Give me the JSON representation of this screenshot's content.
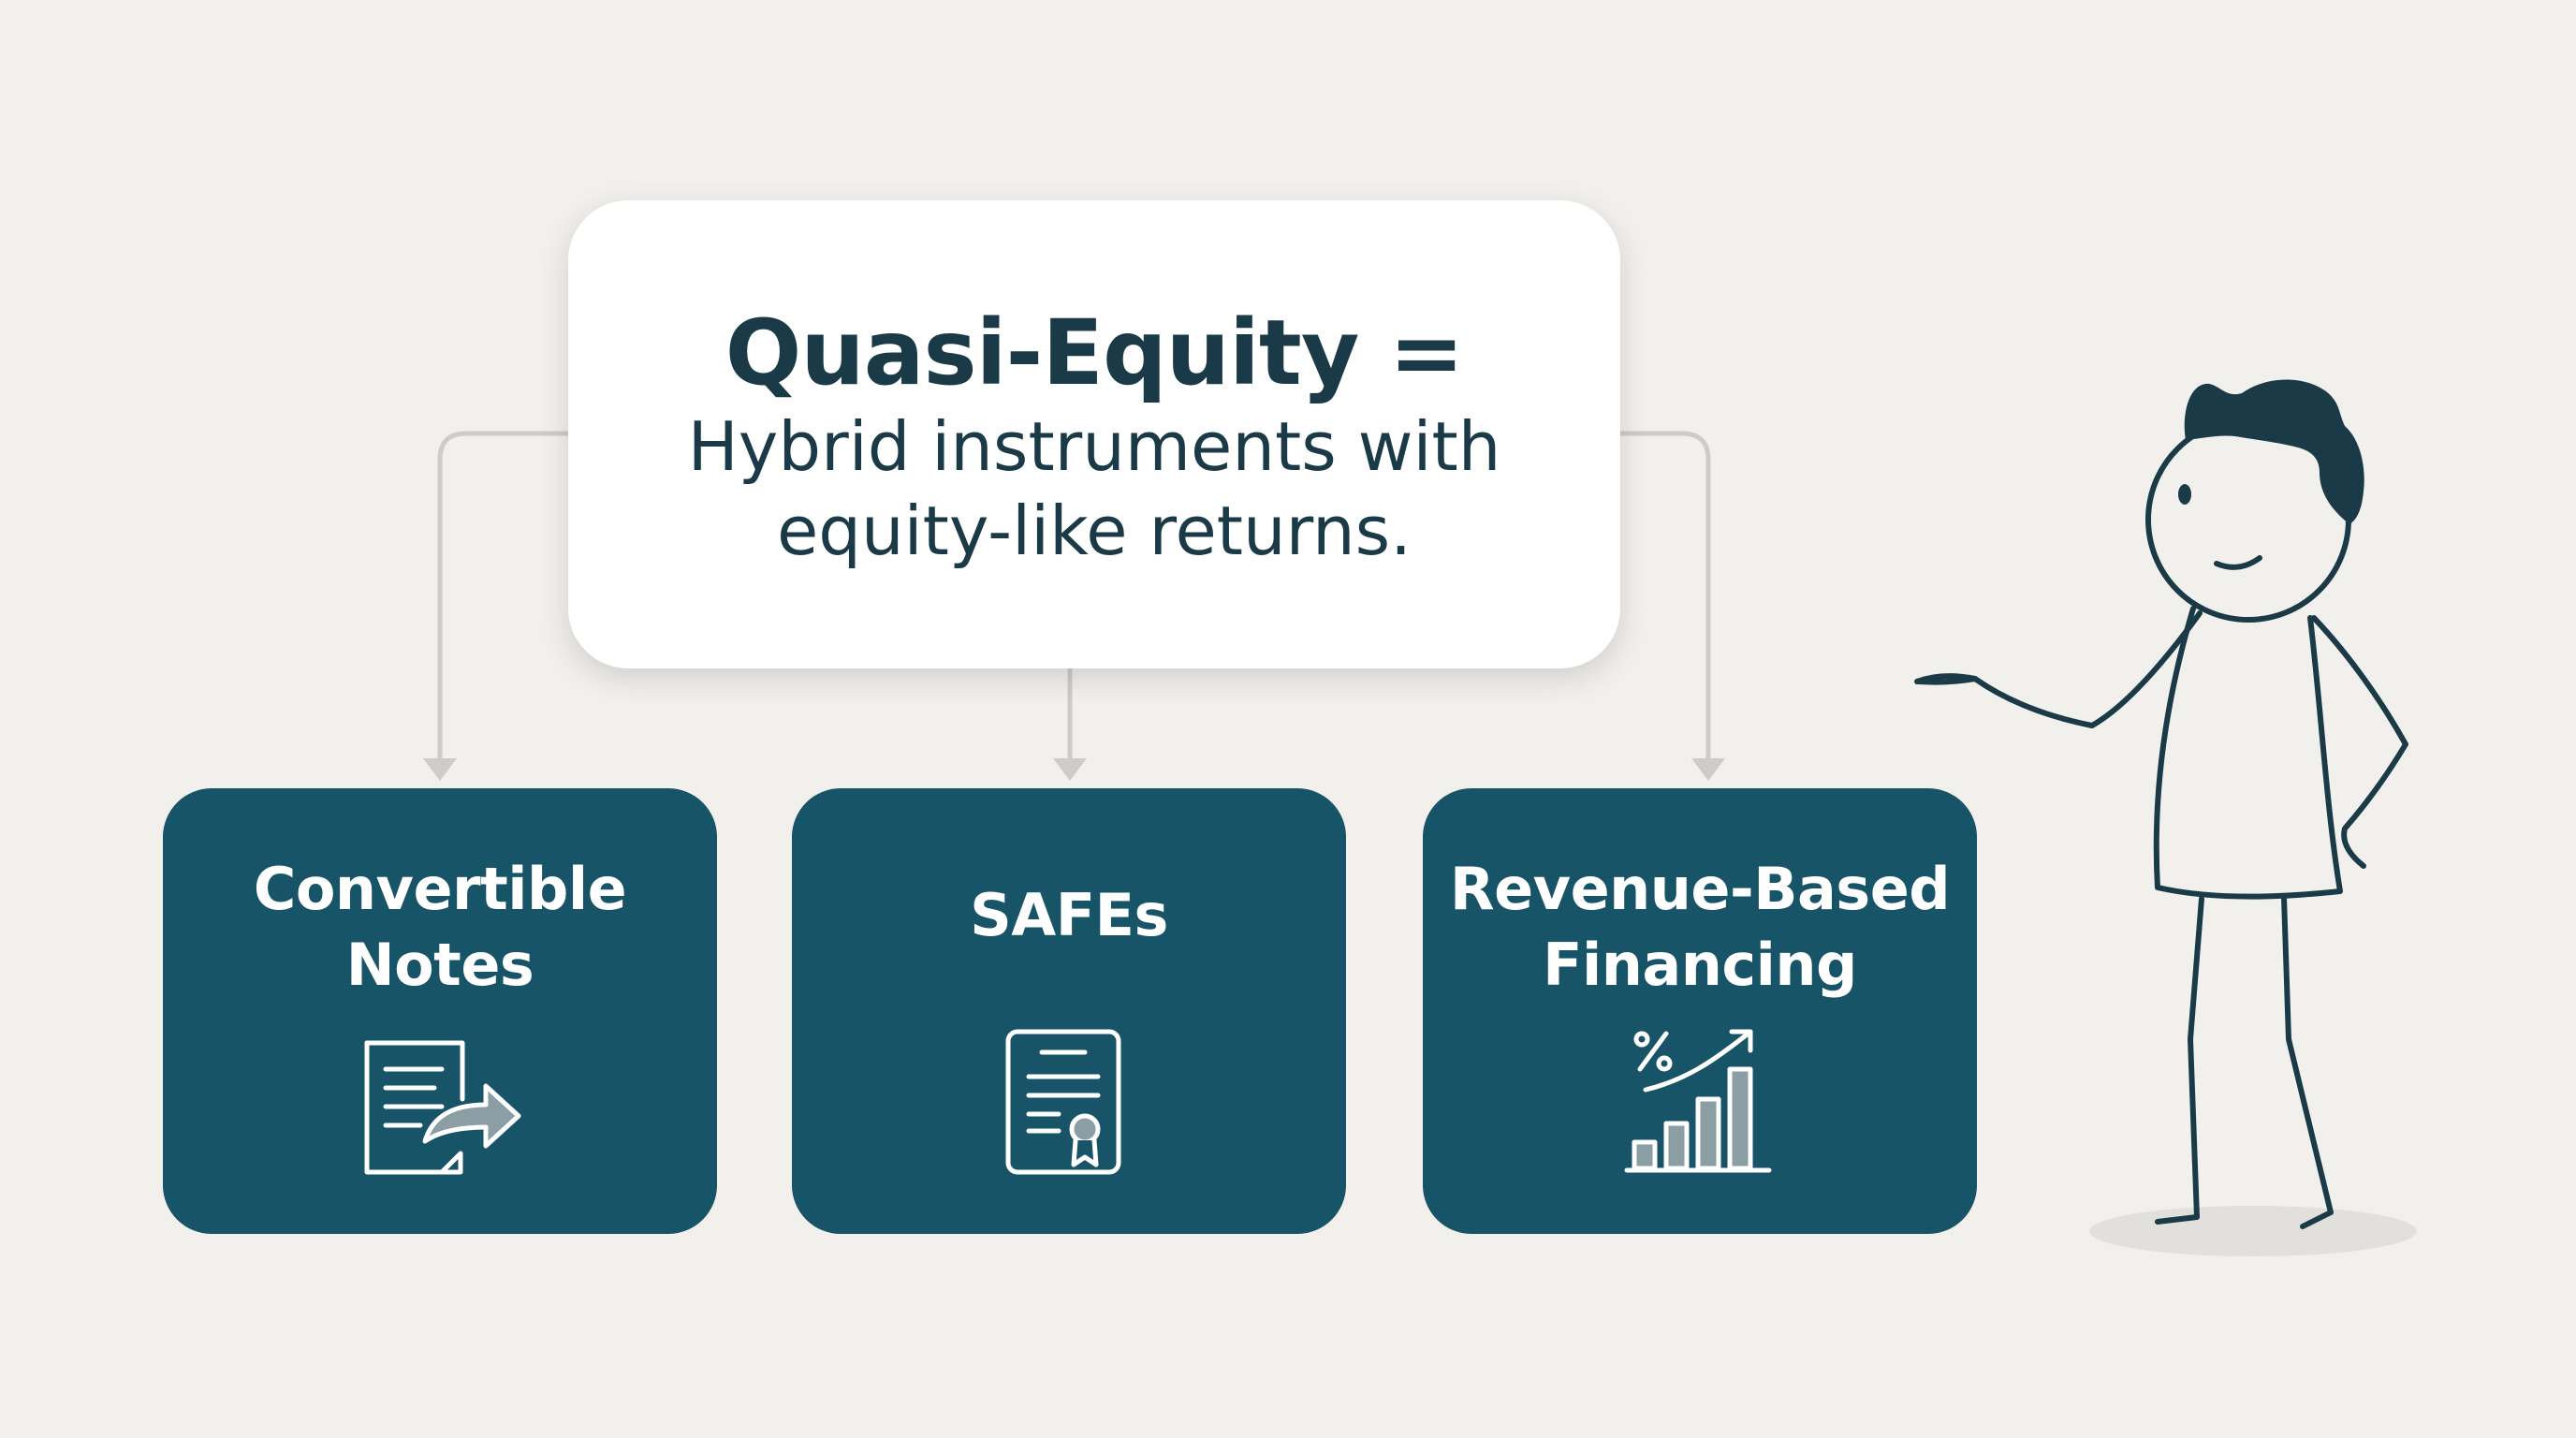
{
  "colors": {
    "background": "#f2f0ec",
    "card_teal": "#185468",
    "text_dark": "#1b3a47",
    "connector_gray": "#cdccc8",
    "icon_stroke": "#ffffff",
    "chart_bar_fill": "#8a9ea4"
  },
  "definition": {
    "title": "Quasi-Equity =",
    "line1": "Hybrid instruments with",
    "line2": "equity-like returns."
  },
  "instruments": [
    {
      "line1": "Convertible",
      "line2": "Notes",
      "icon": "document-arrow-icon"
    },
    {
      "line1": "SAFEs",
      "line2": "",
      "icon": "certificate-icon"
    },
    {
      "line1": "Revenue-Based",
      "line2": "Financing",
      "icon": "growth-chart-icon"
    }
  ],
  "illustration": {
    "icon": "stick-figure-presenter"
  }
}
